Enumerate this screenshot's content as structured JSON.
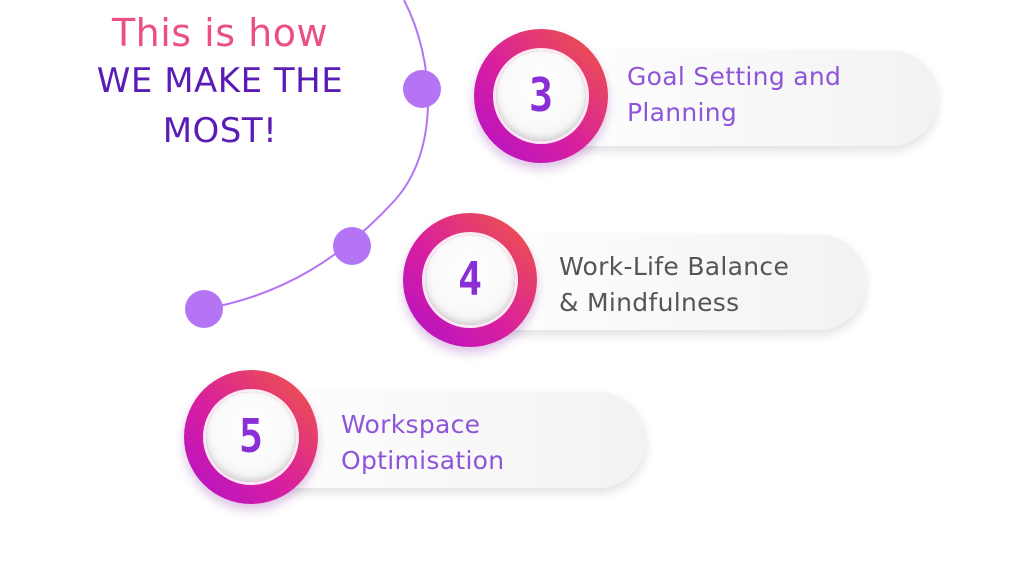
{
  "title": {
    "line1": "This is how",
    "line2": "WE MAKE THE",
    "line3": "MOST!"
  },
  "steps": [
    {
      "number": "3",
      "line1": "Goal Setting and",
      "line2": "Planning"
    },
    {
      "number": "4",
      "line1": "Work-Life Balance",
      "line2": "& Mindfulness"
    },
    {
      "number": "5",
      "line1": "Workspace",
      "line2": "Optimisation"
    }
  ],
  "colors": {
    "title_pink": "#ec4f86",
    "title_purple": "#5b1cb5",
    "accent_lilac": "#b574f3",
    "badge_gradient": [
      "#b111c9",
      "#d91f9f",
      "#f05a3e"
    ],
    "step_text_purple": "#8f55d8",
    "step_text_gray": "#555555"
  }
}
